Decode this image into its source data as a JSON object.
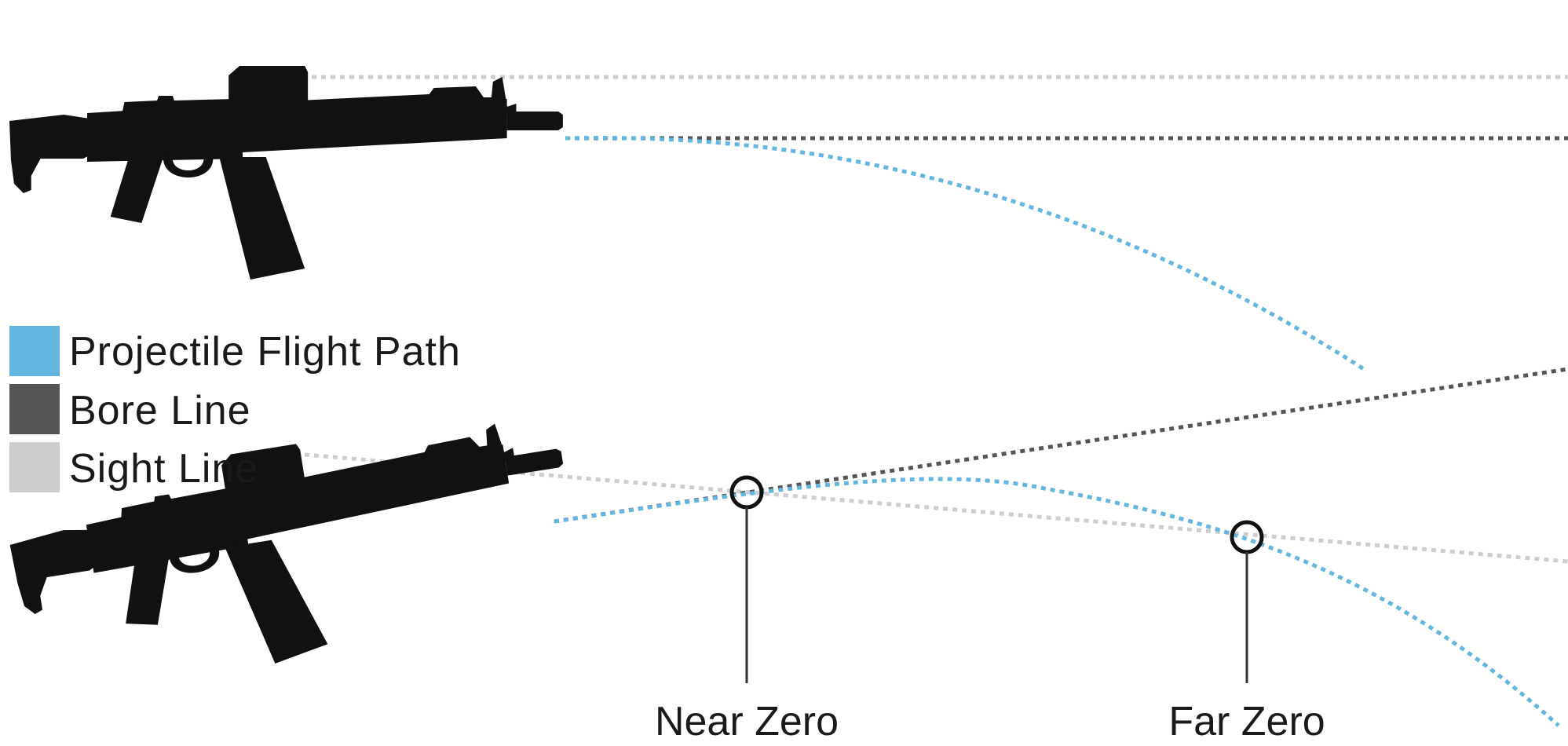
{
  "colors": {
    "projectile": "#62b6df",
    "bore": "#555557",
    "sight": "#cdcdcf",
    "rifle": "#111111",
    "marker": "#111111"
  },
  "legend": {
    "items": [
      {
        "label": "Projectile Flight Path",
        "color": "#62b6df"
      },
      {
        "label": "Bore Line",
        "color": "#555557"
      },
      {
        "label": "Sight Line",
        "color": "#cdcdcf"
      }
    ]
  },
  "annotations": {
    "near_zero": "Near Zero",
    "far_zero": "Far Zero"
  },
  "icons": {
    "top_rifle": "rifle-silhouette-icon",
    "bottom_rifle": "rifle-silhouette-icon"
  }
}
